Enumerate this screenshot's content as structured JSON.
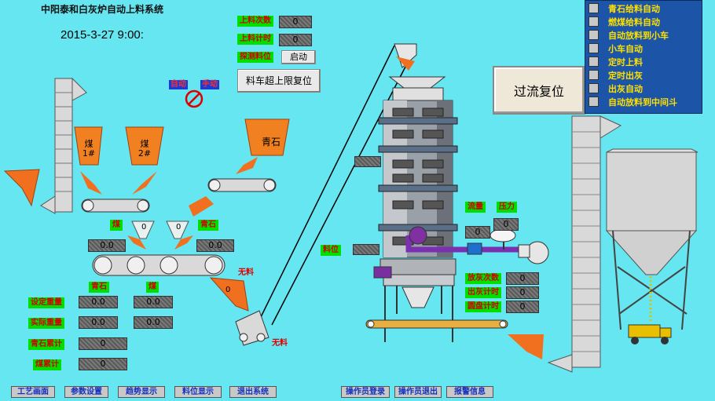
{
  "title": "中阳泰和白灰炉自动上料系统",
  "clock": "2015-3-27 9:00:",
  "top_controls": {
    "count_label": "上料次数",
    "count_value": "0",
    "timer_label": "上料计时",
    "timer_value": "0",
    "probe_label": "探测料位",
    "probe_button": "启动",
    "reset_button": "料车超上限复位"
  },
  "mode": {
    "auto": "自动",
    "manual": "手动"
  },
  "overflow_button": "过流复位",
  "auto_panel": [
    "青石给料自动",
    "燃煤给料自动",
    "自动放料到小车",
    "小车自动",
    "定时上料",
    "定时出灰",
    "出灰自动",
    "自动放料到中间斗"
  ],
  "hoppers": {
    "coal1": "煤\n1#",
    "coal2": "煤\n2#",
    "stone": "青石"
  },
  "weigh": {
    "coal_label": "煤",
    "stone_label": "青石",
    "coal_val": "0",
    "stone_val": "0",
    "coal_box": "0.0",
    "stone_box": "0.0"
  },
  "no_material_1": "无料",
  "no_material_2": "无料",
  "bucket_val": "0",
  "columns": {
    "stone": "青石",
    "coal": "煤"
  },
  "rows": [
    {
      "label": "设定重量",
      "v1": "0.0",
      "v2": "0.0"
    },
    {
      "label": "实际重量",
      "v1": "0.0",
      "v2": "0.0"
    },
    {
      "label": "青石累计",
      "v1": "0"
    },
    {
      "label": "煤累计",
      "v1": "0"
    }
  ],
  "kiln": {
    "level_label": "料位",
    "flow_label": "流量",
    "pressure_label": "压力",
    "flow_val": "0",
    "pressure_val": "0",
    "ash_count_label": "放灰次数",
    "ash_count": "0",
    "ash_timer_label": "出灰计时",
    "ash_timer": "0",
    "disk_timer_label": "圆盘计时",
    "disk_timer": "0"
  },
  "bottom_buttons": [
    "工艺画面",
    "参数设置",
    "趋势显示",
    "料位显示",
    "退出系统",
    "操作员登录",
    "操作员退出",
    "报警信息"
  ]
}
